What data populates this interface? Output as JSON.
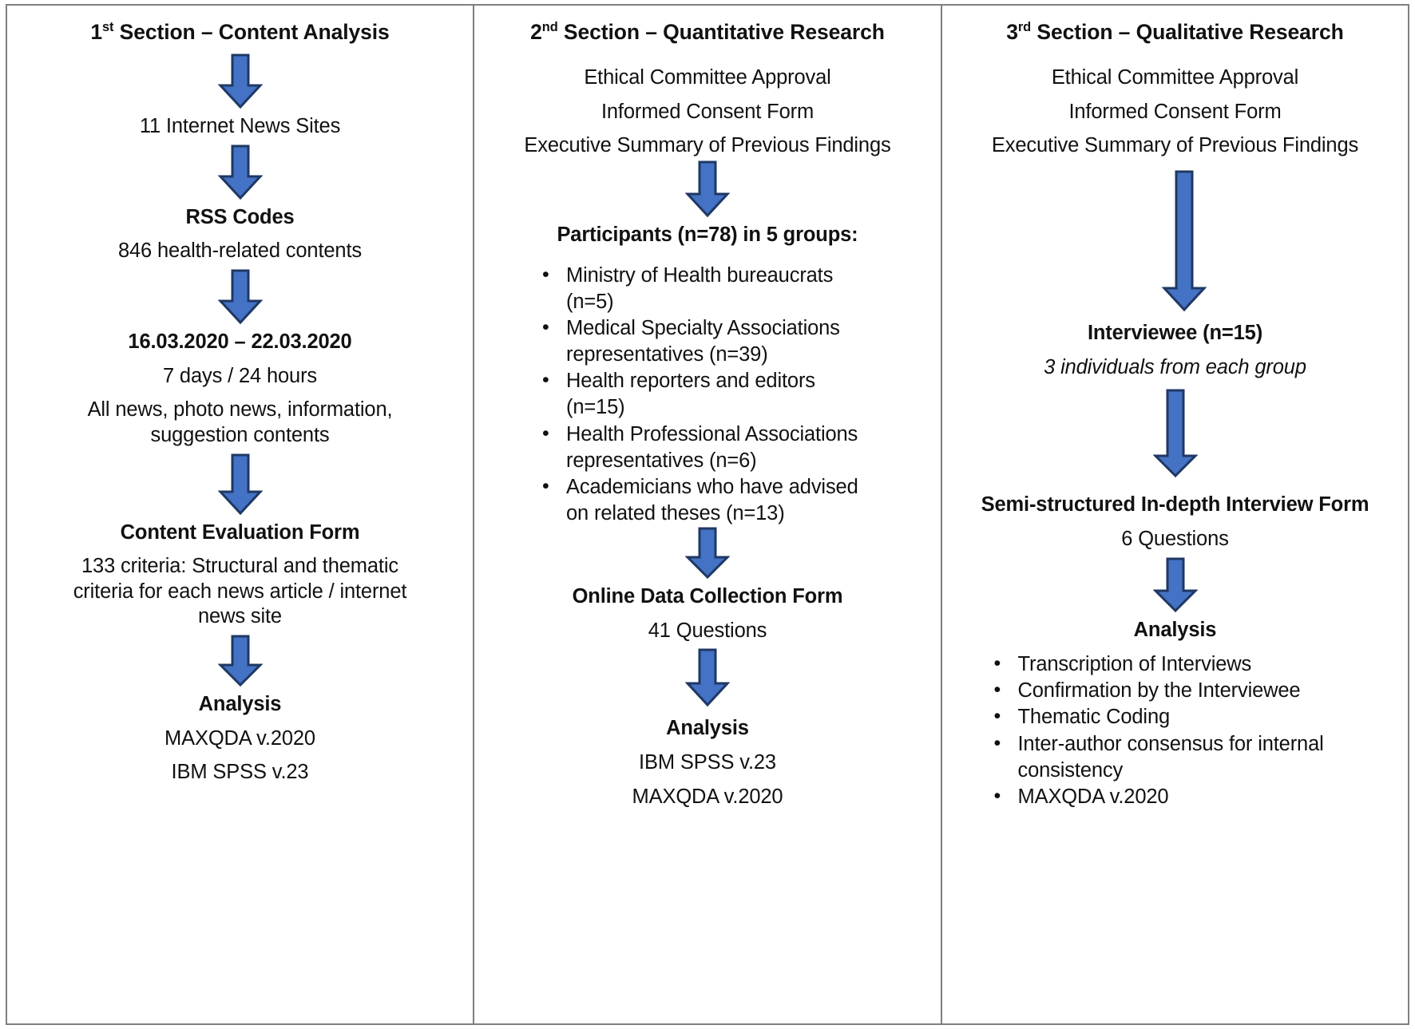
{
  "figure": {
    "border_color": "#7f7f7f",
    "arrow_fill": "#4472C4",
    "arrow_stroke": "#1F3864",
    "background": "#ffffff"
  },
  "columns": [
    {
      "id": "section-1",
      "title_prefix": "1",
      "title_ordinal": "st",
      "title_rest": " Section – Content Analysis",
      "title_full": "1st Section – Content Analysis",
      "steps": [
        {
          "type": "arrow",
          "name": "arrow-1-1"
        },
        {
          "type": "text",
          "name": "internet-news-sites",
          "text": "11 Internet News Sites",
          "bold": false
        },
        {
          "type": "arrow",
          "name": "arrow-1-2"
        },
        {
          "type": "text",
          "name": "rss-codes",
          "text": "RSS Codes",
          "bold": true
        },
        {
          "type": "text",
          "name": "health-related-contents",
          "text": "846 health-related contents",
          "bold": false
        },
        {
          "type": "arrow",
          "name": "arrow-1-3"
        },
        {
          "type": "text",
          "name": "date-range",
          "text": "16.03.2020 – 22.03.2020",
          "bold": true
        },
        {
          "type": "text",
          "name": "duration",
          "text": "7 days / 24 hours",
          "bold": false
        },
        {
          "type": "text",
          "name": "content-scope",
          "text": "All news, photo news, information, suggestion contents",
          "bold": false
        },
        {
          "type": "arrow",
          "name": "arrow-1-4"
        },
        {
          "type": "text",
          "name": "content-evaluation-form",
          "text": "Content Evaluation Form",
          "bold": true
        },
        {
          "type": "text",
          "name": "criteria-description",
          "text": "133 criteria: Structural and thematic criteria for each news article / internet news site",
          "bold": false
        },
        {
          "type": "arrow",
          "name": "arrow-1-5"
        },
        {
          "type": "text",
          "name": "analysis-heading",
          "text": "Analysis",
          "bold": true
        },
        {
          "type": "text",
          "name": "software-maxqda",
          "text": "MAXQDA v.2020",
          "bold": false
        },
        {
          "type": "text",
          "name": "software-spss",
          "text": "IBM SPSS v.23",
          "bold": false
        }
      ]
    },
    {
      "id": "section-2",
      "title_prefix": "2",
      "title_ordinal": "nd",
      "title_rest": " Section – Quantitative Research",
      "title_full": "2nd Section – Quantitative Research",
      "steps": [
        {
          "type": "text",
          "name": "ethical-committee-approval",
          "text": "Ethical Committee Approval",
          "bold": false
        },
        {
          "type": "text",
          "name": "informed-consent-form",
          "text": "Informed Consent Form",
          "bold": false
        },
        {
          "type": "text",
          "name": "executive-summary",
          "text": "Executive Summary of Previous Findings",
          "bold": false
        },
        {
          "type": "arrow",
          "name": "arrow-2-1"
        },
        {
          "type": "text",
          "name": "participants-heading",
          "text": "Participants (n=78) in 5 groups:",
          "bold": true
        },
        {
          "type": "bullets",
          "name": "participant-groups",
          "items": [
            "Ministry of Health bureaucrats (n=5)",
            "Medical Specialty Associations representatives (n=39)",
            "Health reporters and editors (n=15)",
            "Health Professional Associations representatives (n=6)",
            "Academicians who have advised on related theses (n=13)"
          ]
        },
        {
          "type": "arrow",
          "name": "arrow-2-2"
        },
        {
          "type": "text",
          "name": "online-data-collection-form",
          "text": "Online Data Collection Form",
          "bold": true
        },
        {
          "type": "text",
          "name": "question-count",
          "text": "41 Questions",
          "bold": false
        },
        {
          "type": "arrow",
          "name": "arrow-2-3"
        },
        {
          "type": "text",
          "name": "analysis-heading",
          "text": "Analysis",
          "bold": true
        },
        {
          "type": "text",
          "name": "software-spss",
          "text": "IBM SPSS v.23",
          "bold": false
        },
        {
          "type": "text",
          "name": "software-maxqda",
          "text": "MAXQDA v.2020",
          "bold": false
        }
      ]
    },
    {
      "id": "section-3",
      "title_prefix": "3",
      "title_ordinal": "rd",
      "title_rest": " Section – Qualitative Research",
      "title_full": "3rd Section – Qualitative Research",
      "steps": [
        {
          "type": "text",
          "name": "ethical-committee-approval",
          "text": "Ethical Committee Approval",
          "bold": false
        },
        {
          "type": "text",
          "name": "informed-consent-form",
          "text": "Informed Consent Form",
          "bold": false
        },
        {
          "type": "text",
          "name": "executive-summary",
          "text": "Executive Summary of Previous Findings",
          "bold": false
        },
        {
          "type": "arrow-long",
          "name": "arrow-3-1"
        },
        {
          "type": "text",
          "name": "interviewee-heading",
          "text": "Interviewee (n=15)",
          "bold": true
        },
        {
          "type": "text",
          "name": "interviewee-note",
          "text": "3 individuals from each group",
          "italic": true
        },
        {
          "type": "arrow",
          "name": "arrow-3-2"
        },
        {
          "type": "text",
          "name": "interview-form-heading",
          "text": "Semi-structured In-depth Interview Form",
          "bold": true
        },
        {
          "type": "text",
          "name": "question-count",
          "text": "6 Questions",
          "bold": false
        },
        {
          "type": "arrow",
          "name": "arrow-3-3"
        },
        {
          "type": "text",
          "name": "analysis-heading",
          "text": "Analysis",
          "bold": true
        },
        {
          "type": "bullets",
          "name": "analysis-steps",
          "items": [
            "Transcription of Interviews",
            "Confirmation by the Interviewee",
            "Thematic Coding",
            "Inter-author consensus for internal consistency",
            "MAXQDA v.2020"
          ]
        }
      ]
    }
  ]
}
